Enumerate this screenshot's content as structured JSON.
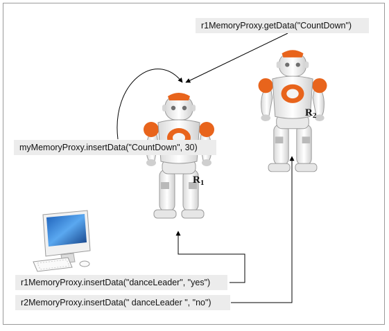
{
  "calls": {
    "getdata": "r1MemoryProxy.getData(\"CountDown\")",
    "insert_countdown": "myMemoryProxy.insertData(\"CountDown\", 30)",
    "insert_r1": "r1MemoryProxy.insertData(\"danceLeader\", \"yes\")",
    "insert_r2": "r2MemoryProxy.insertData(\" danceLeader \", \"no\")"
  },
  "robots": {
    "r1": {
      "letter": "R",
      "sub": "1"
    },
    "r2": {
      "letter": "R",
      "sub": "2"
    }
  },
  "icons": [
    "robot-r1-icon",
    "robot-r2-icon",
    "imac-computer-icon"
  ],
  "colors": {
    "robot_accent": "#e8641c",
    "robot_body": "#f2f2f2",
    "label_bg": "#ececec",
    "arrow": "#000000"
  }
}
